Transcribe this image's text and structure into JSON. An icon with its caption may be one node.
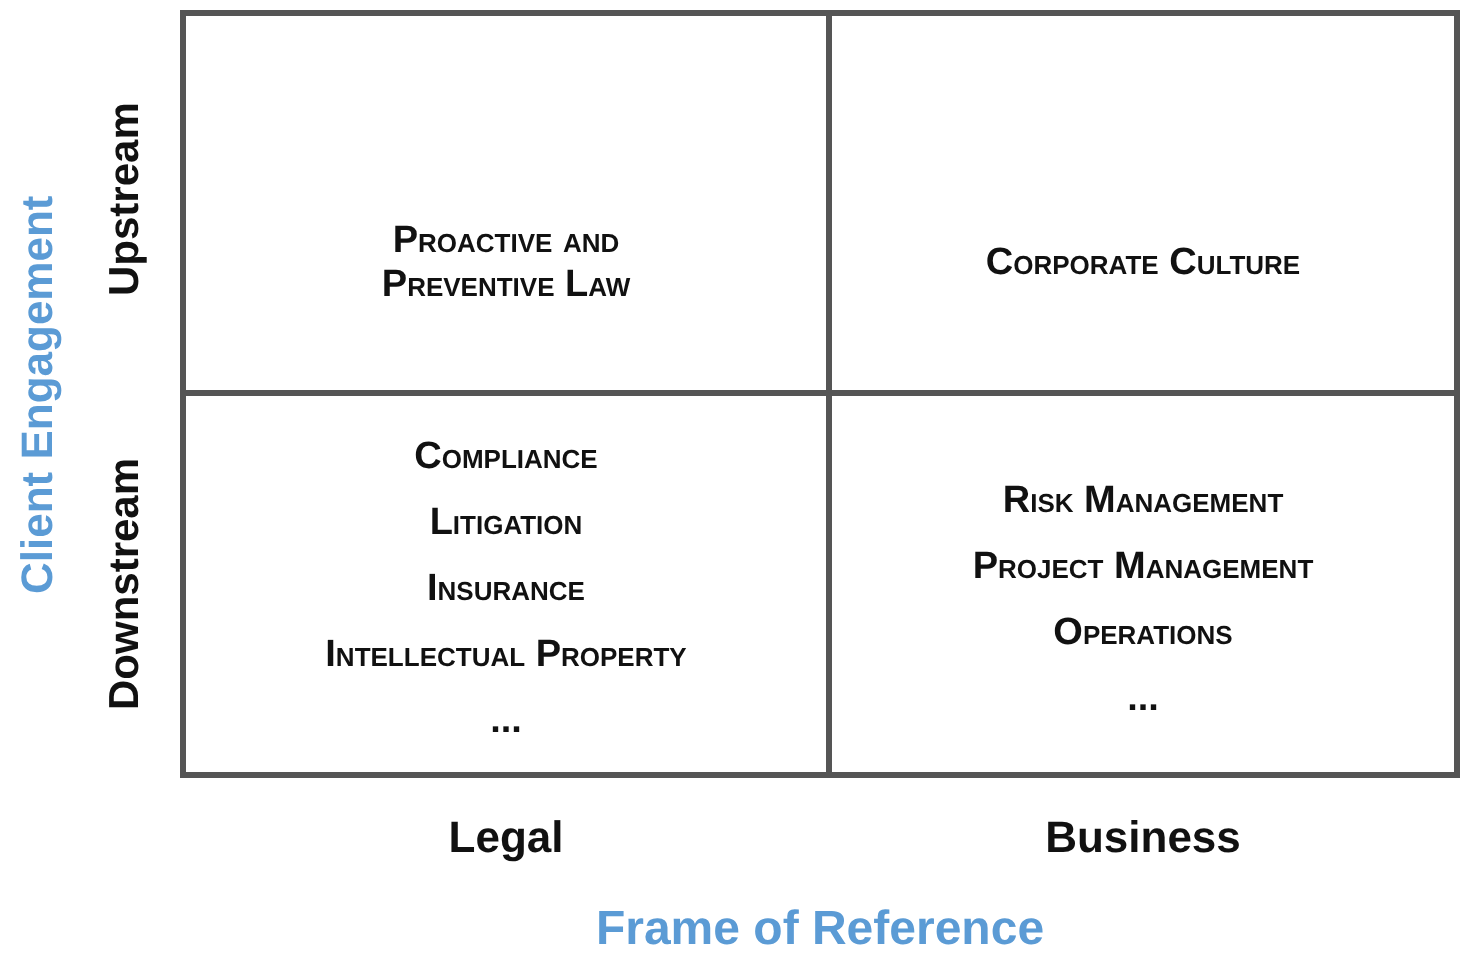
{
  "diagram": {
    "nodes": [
      {
        "text": [
          "Proactive and Preventive Law"
        ]
      },
      {
        "text": [
          "Corporate Culture"
        ]
      },
      {
        "text": [
          "Compliance",
          "Litigation",
          "Insurance",
          "Intellectual Property",
          "..."
        ]
      },
      {
        "text": [
          "Risk Management",
          "Project Management",
          "Operations",
          "..."
        ]
      }
    ],
    "labels": [
      "Client Engagement",
      "Upstream",
      "Downstream",
      "Legal",
      "Business",
      "Frame of Reference"
    ]
  }
}
